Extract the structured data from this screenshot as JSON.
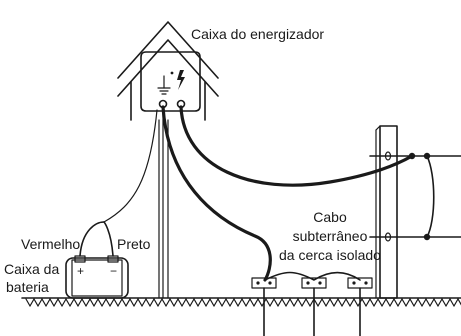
{
  "labels": {
    "energizer_box": "Caixa do energizador",
    "red": "Vermelho",
    "black": "Preto",
    "battery_box_line1": "Caixa da",
    "battery_box_line2": "bateria",
    "cable_line1": "Cabo",
    "cable_line2": "subterrâneo",
    "cable_line3": "da cerca isolado"
  },
  "battery_terminals": {
    "positive": "+",
    "negative": "−"
  },
  "icons": [
    "ground-symbol-icon",
    "lightning-bolt-icon",
    "energizer-device-icon",
    "battery-icon"
  ]
}
